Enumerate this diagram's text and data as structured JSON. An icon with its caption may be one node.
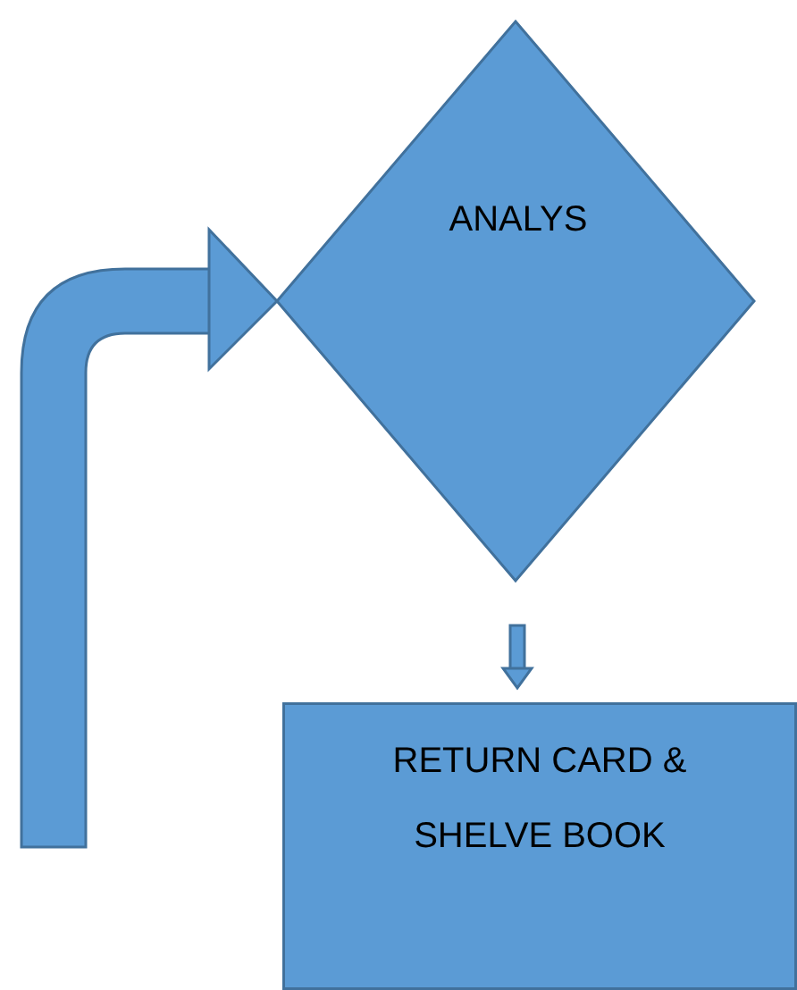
{
  "diagram": {
    "nodes": [
      {
        "text": [
          "ANALYS"
        ]
      },
      {
        "text": [
          "RETURN CARD & SHELVE BOOK"
        ]
      }
    ],
    "edges": [
      {
        "from": null,
        "to": 0,
        "arrow": "to"
      },
      {
        "from": 0,
        "to": 1,
        "arrow": "to"
      }
    ]
  }
}
